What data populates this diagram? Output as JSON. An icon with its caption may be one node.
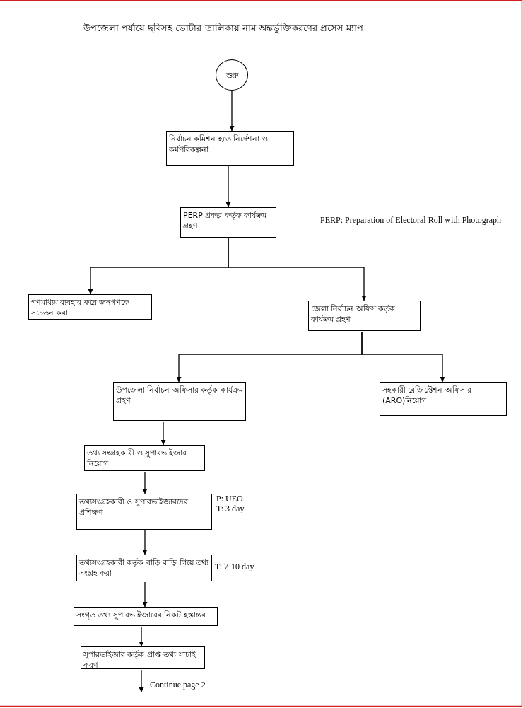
{
  "diagram": {
    "title": "উপজেলা পর্যায়ে ছবিসহ ভোটার তালিকায় নাম অন্তর্ভুক্তিকরণের প্রসেস ম্যাপ",
    "nodes": [
      {
        "text": [
          "শুরু"
        ]
      },
      {
        "text": [
          "নির্বাচন কমিশন হতে নির্দেশনা ও কর্মপরিকল্পনা"
        ]
      },
      {
        "text": [
          "PERP প্রকল্প কর্তৃক কার্যক্রম গ্রহণ"
        ]
      },
      {
        "text": [
          "গণমাধ্যম ব্যবহার করে জনগণকে সচেতন করা"
        ]
      },
      {
        "text": [
          "জেলা নির্বাচন অফিস কর্তৃক কার্যক্রম গ্রহণ"
        ]
      },
      {
        "text": [
          "উপজেলা নির্বাচন অফিসার কর্তৃক কার্যক্রম গ্রহণ"
        ]
      },
      {
        "text": [
          "সহকারী রেজিস্ট্রেশন অফিসার (ARO)নিয়োগ"
        ]
      },
      {
        "text": [
          "তথ্য সংগ্রহকারী ও সুপারভাইজার নিয়োগ"
        ]
      },
      {
        "text": [
          "তথ্যসংগ্রহকারী ও সুপারভাইজারদের প্রশিক্ষণ"
        ],
        "beside": [
          "P: UEO",
          "T: 3 day"
        ]
      },
      {
        "text": [
          "তথ্যসংগ্রহকারী কর্তৃক বাড়ি বাড়ি গিয়ে তথ্য সংগ্রহ করা"
        ],
        "beside": [
          "T: 7-10 day"
        ]
      },
      {
        "text": [
          "সংগৃত তথ্য সুপারভাইজারের নিকট হস্তান্তর"
        ]
      },
      {
        "text": [
          "সুপারভাইজার কর্তৃক প্রাপ্ত তথ্য যাচাই করণ।"
        ]
      }
    ],
    "edges": [
      {
        "from": 0,
        "to": 1,
        "arrow": "to"
      },
      {
        "from": 1,
        "to": 2,
        "arrow": "to"
      },
      {
        "from": 2,
        "to": 3,
        "arrow": "to"
      },
      {
        "from": 2,
        "to": 4,
        "arrow": "to"
      },
      {
        "from": 4,
        "to": 5,
        "arrow": "to"
      },
      {
        "from": 4,
        "to": 6,
        "arrow": "to"
      },
      {
        "from": 5,
        "to": 7,
        "arrow": "to"
      },
      {
        "from": 7,
        "to": 8,
        "arrow": "to"
      },
      {
        "from": 8,
        "to": 9,
        "arrow": "to"
      },
      {
        "from": 9,
        "to": 10,
        "arrow": "to"
      },
      {
        "from": 10,
        "to": 11,
        "arrow": "to"
      },
      {
        "from": 11,
        "to": null,
        "label": "Continue page 2",
        "arrow": "to"
      }
    ],
    "labels": [
      "PERP: Preparation of Electoral Roll with Photograph"
    ]
  }
}
